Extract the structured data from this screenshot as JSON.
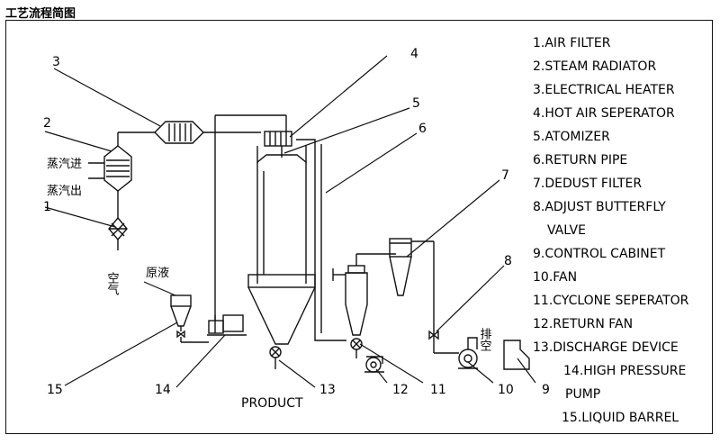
{
  "title": "工艺流程简图",
  "legend": [
    "1.AIR FILTER",
    "2.STEAM RADIATOR",
    "3.ELECTRICAL HEATER",
    "4.HOT AIR SEPERATOR",
    "5.ATOMIZER",
    "6.RETURN PIPE",
    "7.DEDUST FILTER",
    "8.ADJUST BUTTERFLY",
    "VALVE",
    "9.CONTROL CABINET",
    "10.FAN",
    "11.CYCLONE SEPERATOR",
    "12.RETURN FAN",
    "13.DISCHARGE DEVICE",
    "14.HIGH PRESSURE",
    "PUMP",
    "15.LIQUID BARREL"
  ],
  "labels": {
    "steam_in": "蒸汽进",
    "steam_out": "蒸汽出",
    "air": "空气",
    "raw_liquid": "原液",
    "exhaust": "排空",
    "product": "PRODUCT"
  },
  "callouts": {
    "n1": "1",
    "n2": "2",
    "n3": "3",
    "n4": "4",
    "n5": "5",
    "n6": "6",
    "n7": "7",
    "n8": "8",
    "n9": "9",
    "n10": "10",
    "n11": "11",
    "n12": "12",
    "n13": "13",
    "n14": "14",
    "n15": "15"
  }
}
